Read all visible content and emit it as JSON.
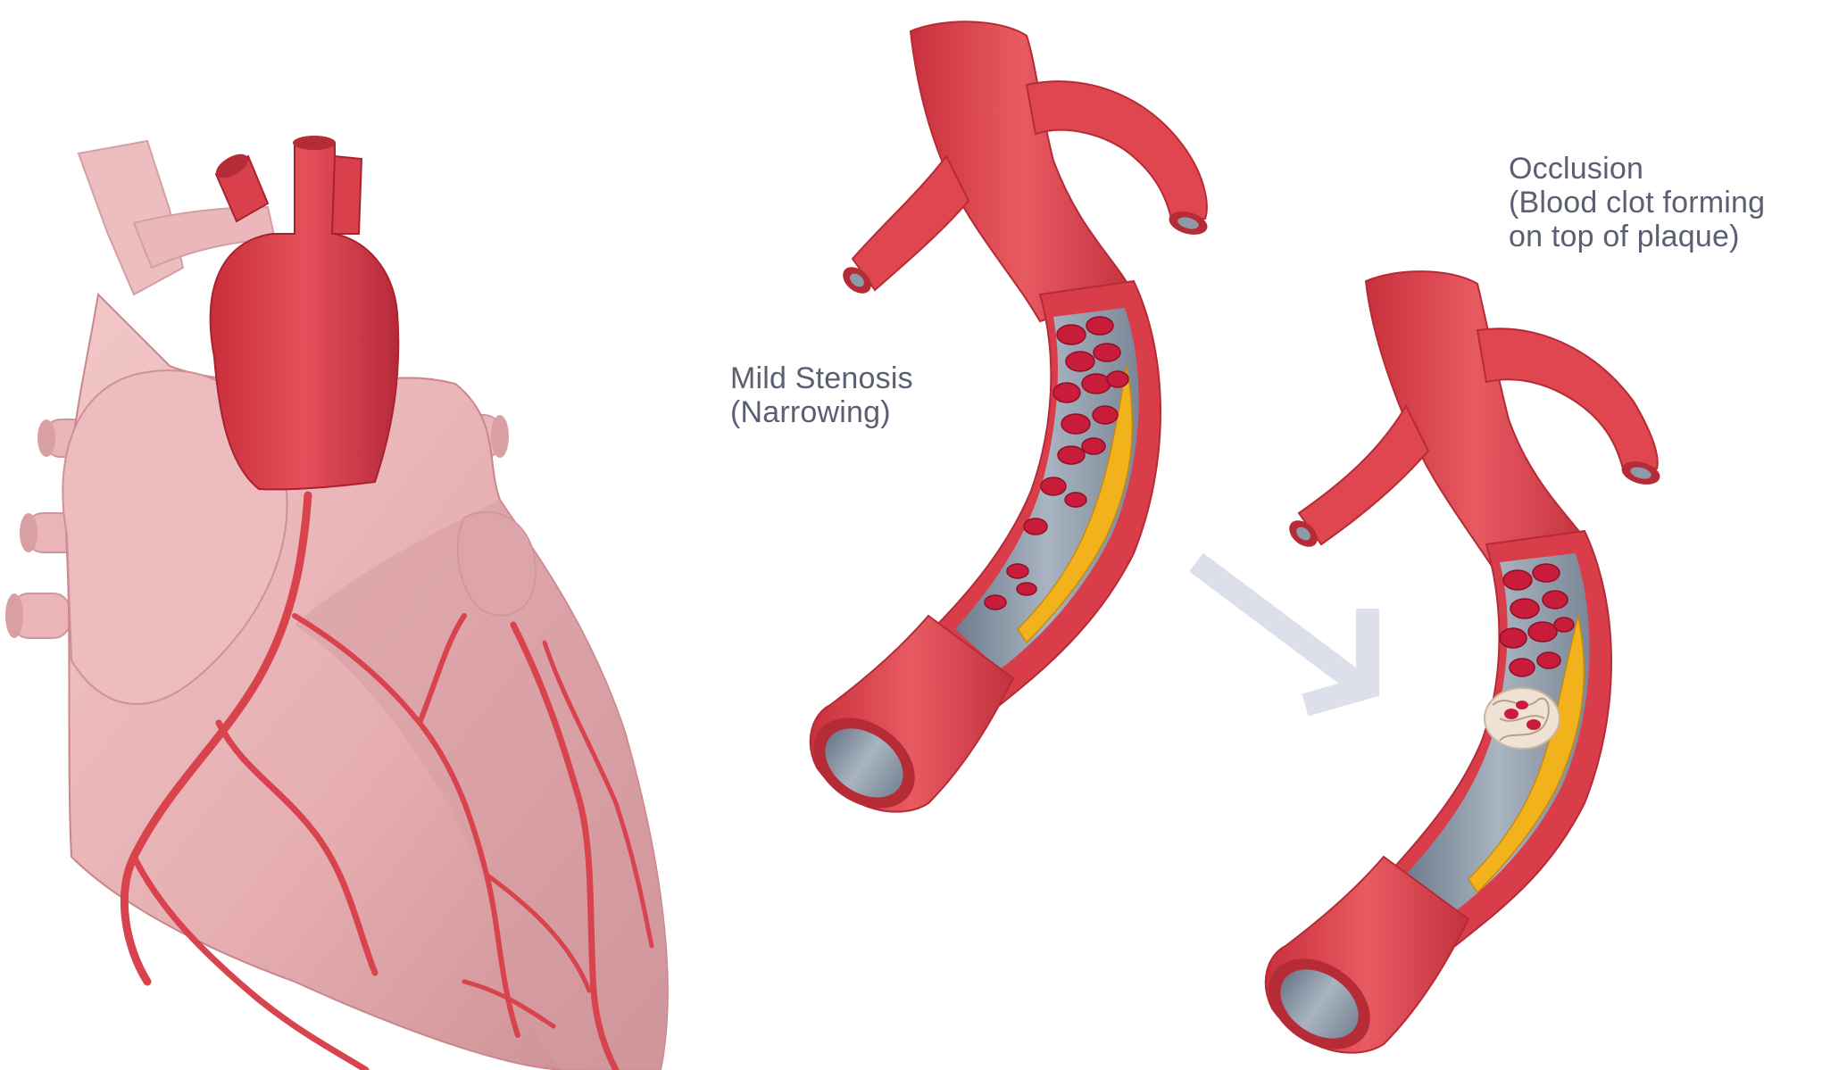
{
  "labels": {
    "mild_stenosis": {
      "line1": "Mild Stenosis",
      "line2": "(Narrowing)"
    },
    "occlusion": {
      "line1": "Occlusion",
      "line2": "(Blood clot forming",
      "line3": "on top of plaque)"
    }
  },
  "colors": {
    "heart_muscle": "#e9b3b6",
    "heart_shadow": "#c98d92",
    "vessel_red": "#e0474f",
    "vessel_dark": "#b52b36",
    "vessel_wall_inner": "#8e9aa8",
    "blood_cell": "#c91c3a",
    "plaque": "#f2b21c",
    "clot": "#efe2d4",
    "arrow": "#dde0ea",
    "label_text": "#5b5f72"
  },
  "icons": {
    "progression_arrow": "arrow-down-right-icon"
  }
}
